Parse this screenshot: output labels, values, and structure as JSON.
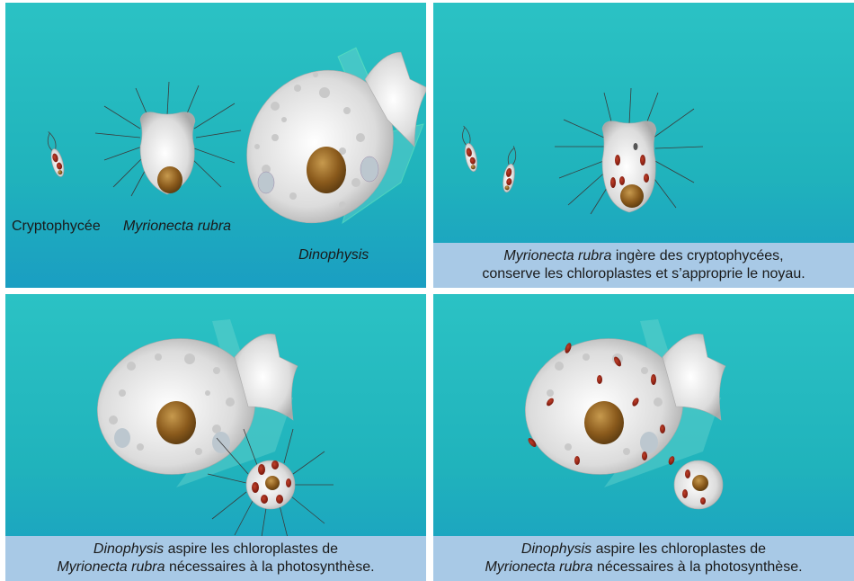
{
  "panel1": {
    "labels": {
      "cryptophycee": "Cryptophycée",
      "myrionecta": "Myrionecta rubra",
      "dinophysis": "Dinophysis"
    }
  },
  "panel2": {
    "caption": {
      "line1_species": "Myrionecta rubra",
      "line1_rest": " ingère des cryptophycées,",
      "line2": "conserve les chloroplastes et s’approprie le noyau."
    }
  },
  "panel3": {
    "caption": {
      "line1_species": "Dinophysis",
      "line1_rest": " aspire les chloroplastes de",
      "line2_species": "Myrionecta rubra",
      "line2_rest": " nécessaires à la photosynthèse."
    }
  },
  "panel4": {
    "caption": {
      "line1_species": "Dinophysis",
      "line1_rest": " aspire les chloroplastes de",
      "line2_species": "Myrionecta rubra",
      "line2_rest": " nécessaires à la photosynthèse."
    }
  },
  "colors": {
    "water_top": "#2bc2c4",
    "water_bottom": "#1a9ec2",
    "caption_bg": "#a8c9e6",
    "nucleus": "#8a5a1c",
    "chloroplast": "#8b1a10",
    "cell_body": "#e8e8e8"
  }
}
